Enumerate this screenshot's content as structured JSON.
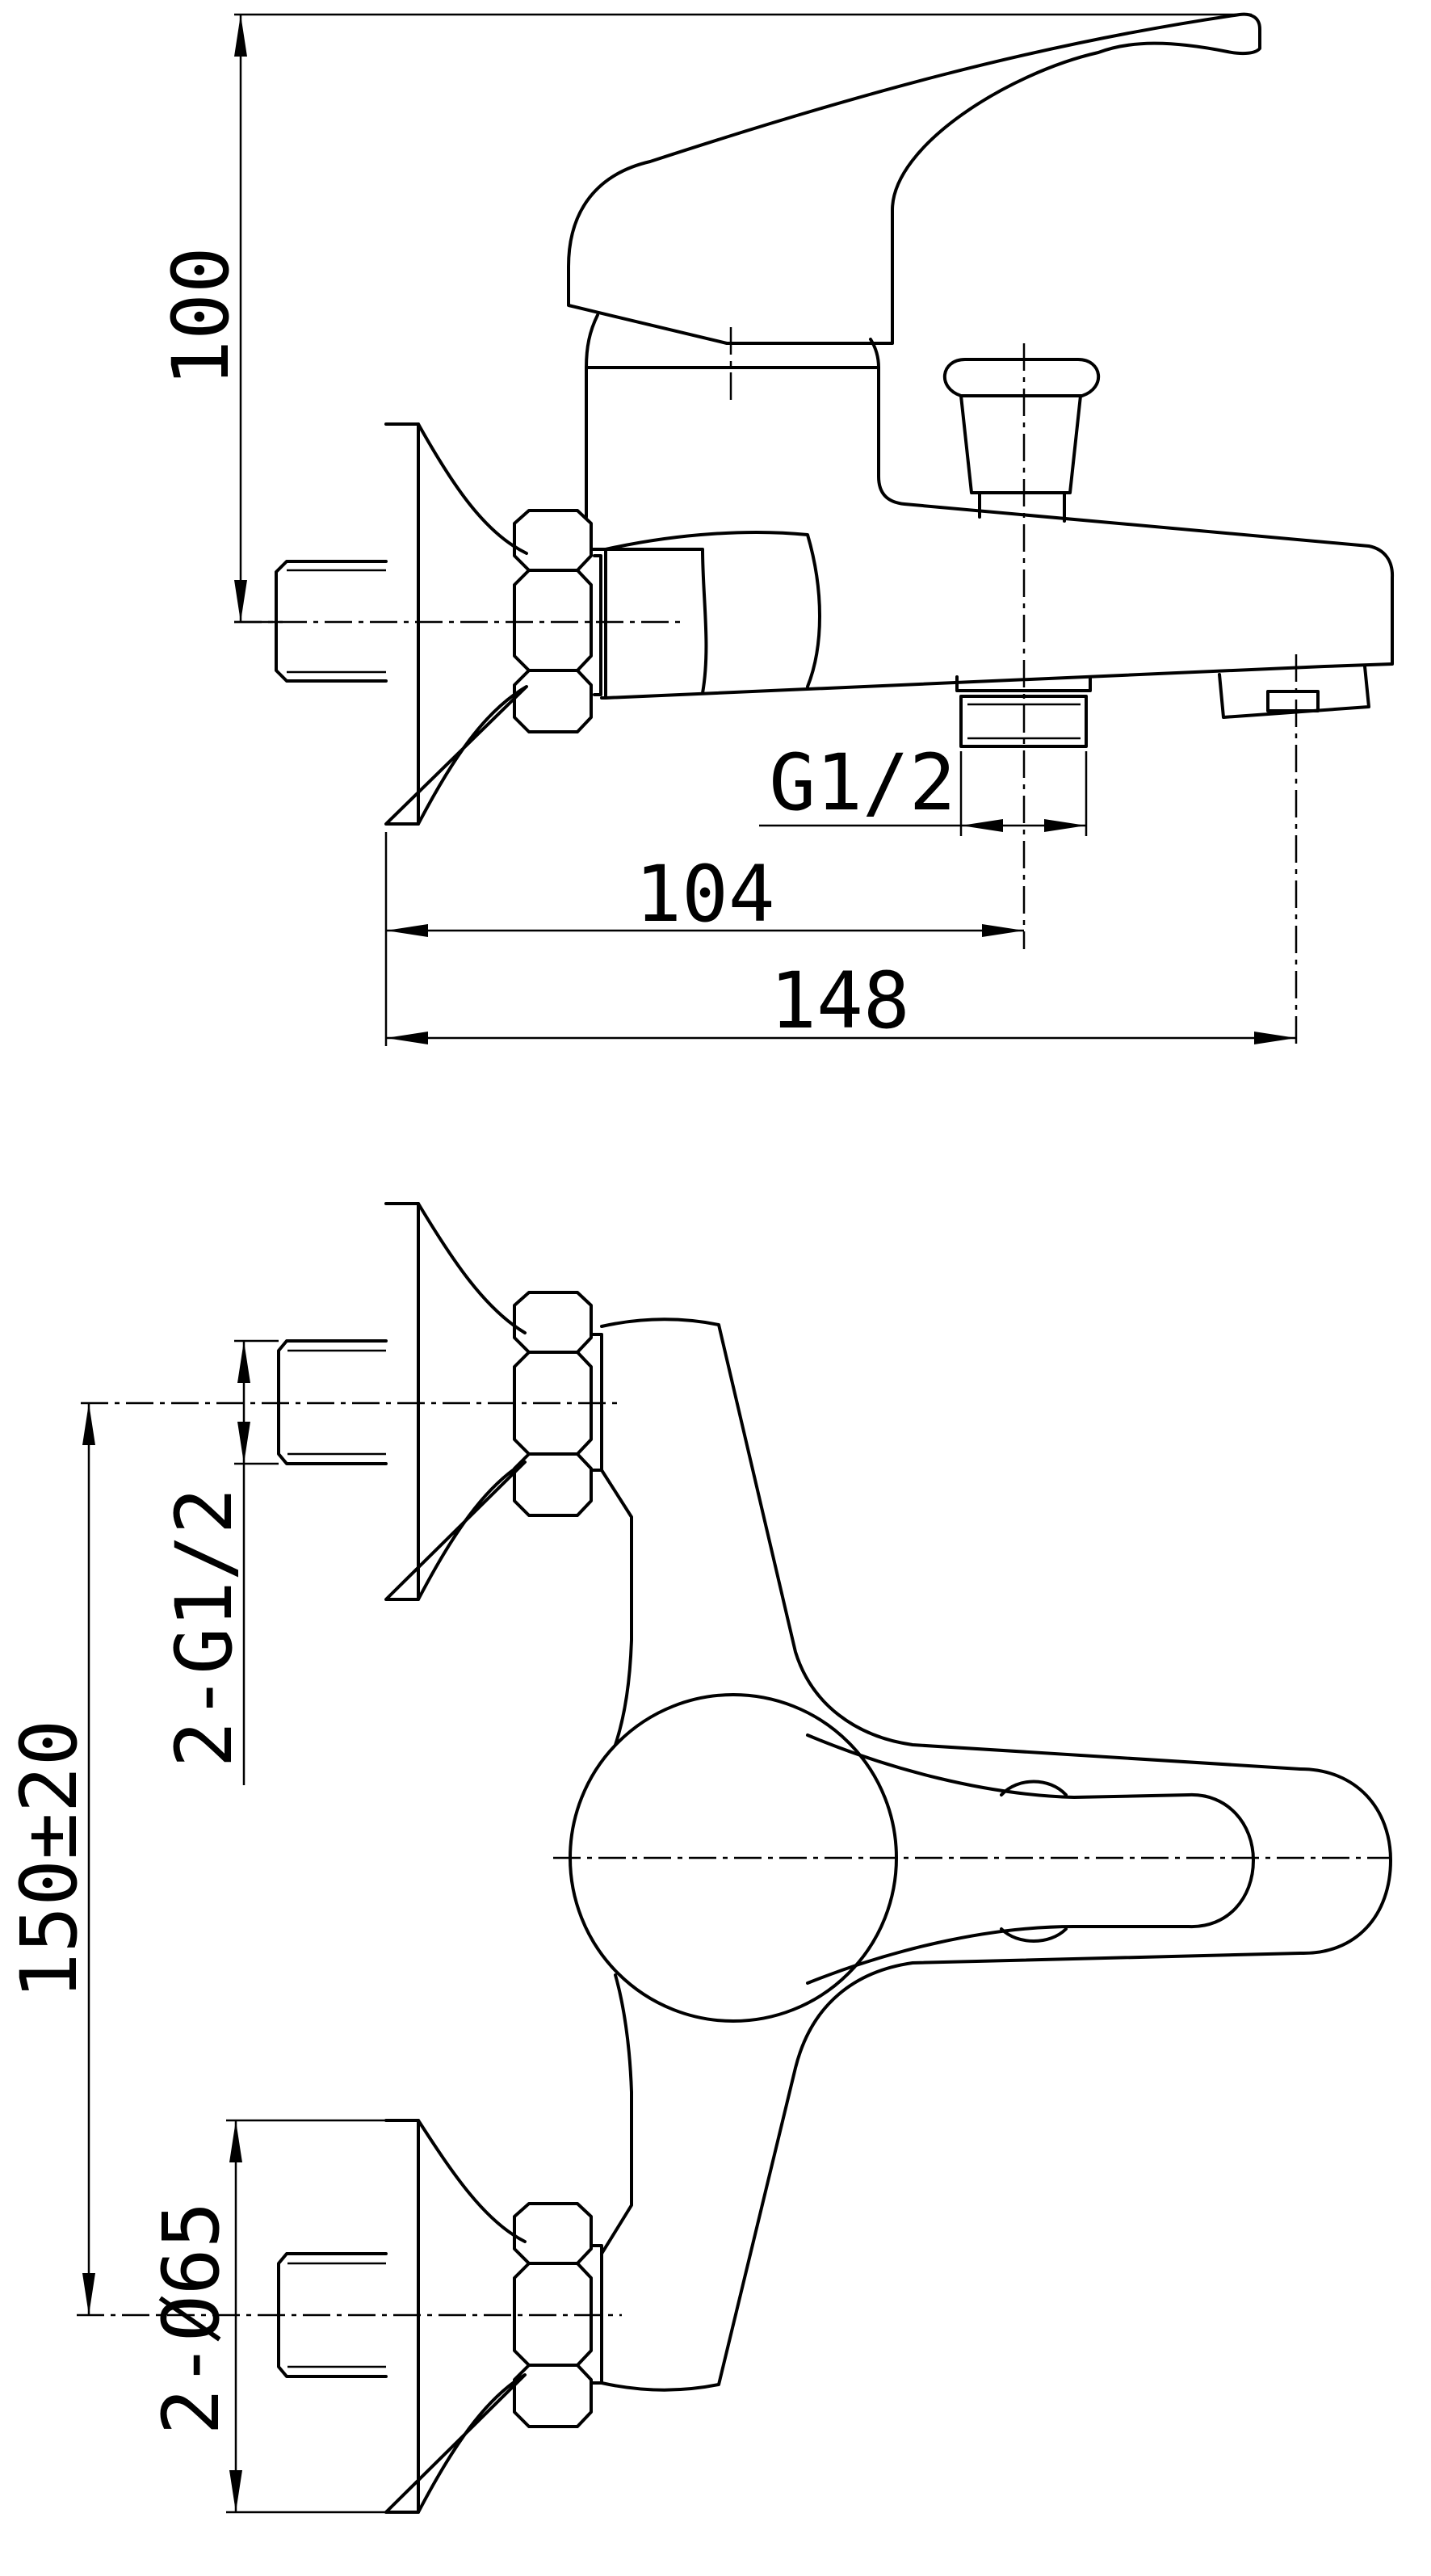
{
  "dimensions": {
    "height": "100",
    "inlet_thread": "G1/2",
    "spout_axis_distance": "104",
    "total_length": "148",
    "center_distance": "150±20",
    "inlet_threads_count": "2-G1/2",
    "flange_diameter": "2-Ø65"
  }
}
